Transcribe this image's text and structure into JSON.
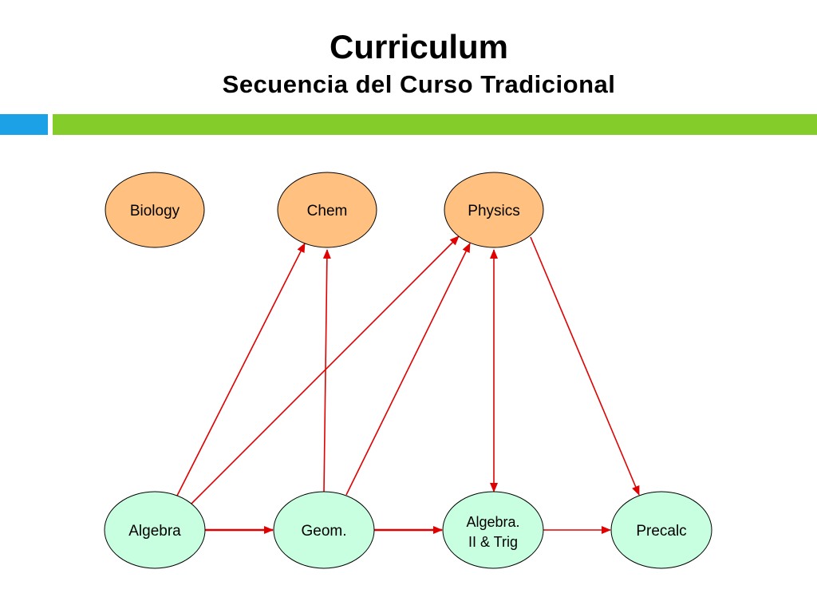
{
  "title": "Curriculum",
  "subtitle": "Secuencia del Curso Tradicional",
  "colors": {
    "science_node_fill": "#ffc080",
    "math_node_fill": "#c8ffe0",
    "arrow": "#e00000",
    "accent_blue": "#1da1e6",
    "accent_green": "#84cc2a"
  },
  "nodes": {
    "biology": {
      "label": "Biology"
    },
    "chem": {
      "label": "Chem"
    },
    "physics": {
      "label": "Physics"
    },
    "algebra": {
      "label": "Algebra"
    },
    "geom": {
      "label": "Geom."
    },
    "algebra2": {
      "label_line1": "Algebra.",
      "label_line2": "II & Trig"
    },
    "precalc": {
      "label": "Precalc"
    }
  }
}
